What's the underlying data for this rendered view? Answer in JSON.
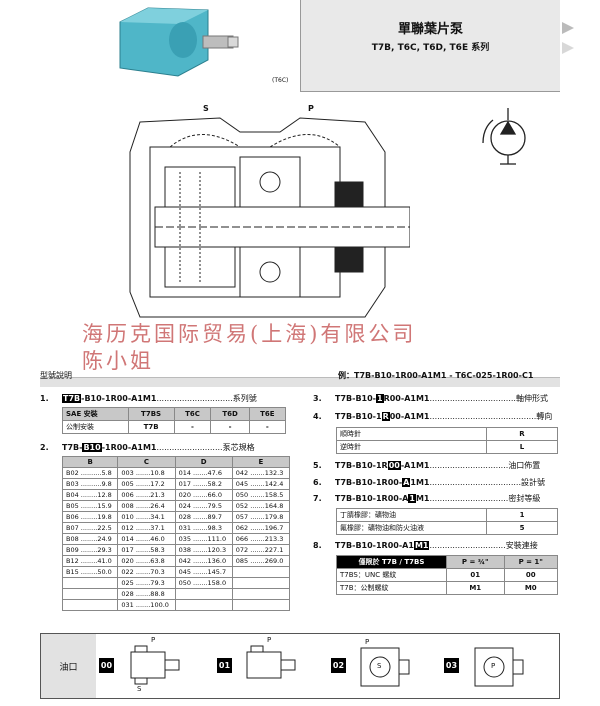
{
  "header": {
    "title": "單聯葉片泵",
    "subtitle": "T7B, T6C, T6D, T6E 系列",
    "photo_label": "(T6C)"
  },
  "drawing": {
    "label_s": "S",
    "label_p": "P"
  },
  "watermark": {
    "line1": "海历克国际贸易(上海)有限公司",
    "line2": "陈小姐"
  },
  "section": {
    "title": "型號說明",
    "example": "例：T7B-B10-1R00-A1M1  -  T6C-025-1R00-C1"
  },
  "step1": {
    "num": "1.",
    "prefix": "T7B",
    "code": "-B10-1R00-A1M1",
    "dots": "..............................",
    "desc": "系列號",
    "headers": [
      "SAE 安裝",
      "T7BS",
      "T6C",
      "T6D",
      "T6E"
    ],
    "row": [
      "公制安裝",
      "T7B",
      "-",
      "-",
      "-"
    ]
  },
  "step2": {
    "num": "2.",
    "pre": "T7B-",
    "hl": "B10",
    "post": "-1R00-A1M1",
    "dots": "..........................",
    "desc": "泵芯規格",
    "headers": [
      "B",
      "C",
      "D",
      "E"
    ],
    "rows": [
      [
        "B02 ..........5.8",
        "003 .......10.8",
        "014 .......47.6",
        "042 .......132.3"
      ],
      [
        "B03 ..........9.8",
        "005 .......17.2",
        "017 .......58.2",
        "045 .......142.4"
      ],
      [
        "B04 ........12.8",
        "006 .......21.3",
        "020 .......66.0",
        "050 .......158.5"
      ],
      [
        "B05 ........15.9",
        "008 .......26.4",
        "024 .......79.5",
        "052 .......164.8"
      ],
      [
        "B06 ........19.8",
        "010 .......34.1",
        "028 .......89.7",
        "057 .......179.8"
      ],
      [
        "B07 ........22.5",
        "012 .......37.1",
        "031 .......98.3",
        "062 .......196.7"
      ],
      [
        "B08 ........24.9",
        "014 .......46.0",
        "035 .......111.0",
        "066 .......213.3"
      ],
      [
        "B09 ........29.3",
        "017 .......58.3",
        "038 .......120.3",
        "072 .......227.1"
      ],
      [
        "B12 ........41.0",
        "020 .......63.8",
        "042 .......136.0",
        "085 .......269.0"
      ],
      [
        "B15 ........50.0",
        "022 .......70.3",
        "045 .......145.7",
        ""
      ],
      [
        "",
        "025 .......79.3",
        "050 .......158.0",
        ""
      ],
      [
        "",
        "028 .......88.8",
        "",
        ""
      ],
      [
        "",
        "031 .......100.0",
        "",
        ""
      ]
    ]
  },
  "step3": {
    "num": "3.",
    "pre": "T7B-B10-",
    "hl": "1",
    "post": "R00-A1M1",
    "dots": "..................................",
    "desc": "軸伸形式"
  },
  "step4": {
    "num": "4.",
    "pre": "T7B-B10-1",
    "hl": "R",
    "post": "00-A1M1",
    "dots": "..........................................",
    "desc": "轉向",
    "rows": [
      [
        "順時針",
        "R"
      ],
      [
        "逆時針",
        "L"
      ]
    ]
  },
  "step5": {
    "num": "5.",
    "pre": "T7B-B10-1R",
    "hl": "00",
    "post": "-A1M1",
    "dots": "...............................",
    "desc": "油口佈置"
  },
  "step6": {
    "num": "6.",
    "pre": "T7B-B10-1R00-",
    "hl": "A",
    "post": "1M1",
    "dots": "....................................",
    "desc": "設計號"
  },
  "step7": {
    "num": "7.",
    "pre": "T7B-B10-1R00-A",
    "hl": "1",
    "post": "M1",
    "dots": "...............................",
    "desc": "密封等級",
    "rows": [
      [
        "丁腈橡膠：礦物油",
        "1"
      ],
      [
        "氟橡膠：礦物油和防火油液",
        "5"
      ]
    ]
  },
  "step8": {
    "num": "8.",
    "pre": "T7B-B10-1R00-A1",
    "hl": "M1",
    "post": "",
    "dots": "..............................",
    "desc": "安裝連接",
    "headers": [
      "僅限於 T7B / T7BS",
      "P = ¾\"",
      "P = 1\""
    ],
    "rows": [
      [
        "T7BS：UNC 螺紋",
        "01",
        "00"
      ],
      [
        "T7B：公制螺紋",
        "M1",
        "M0"
      ]
    ]
  },
  "ports": {
    "label": "油口",
    "codes": [
      "00",
      "01",
      "02",
      "03"
    ],
    "p": "P",
    "s": "S"
  }
}
